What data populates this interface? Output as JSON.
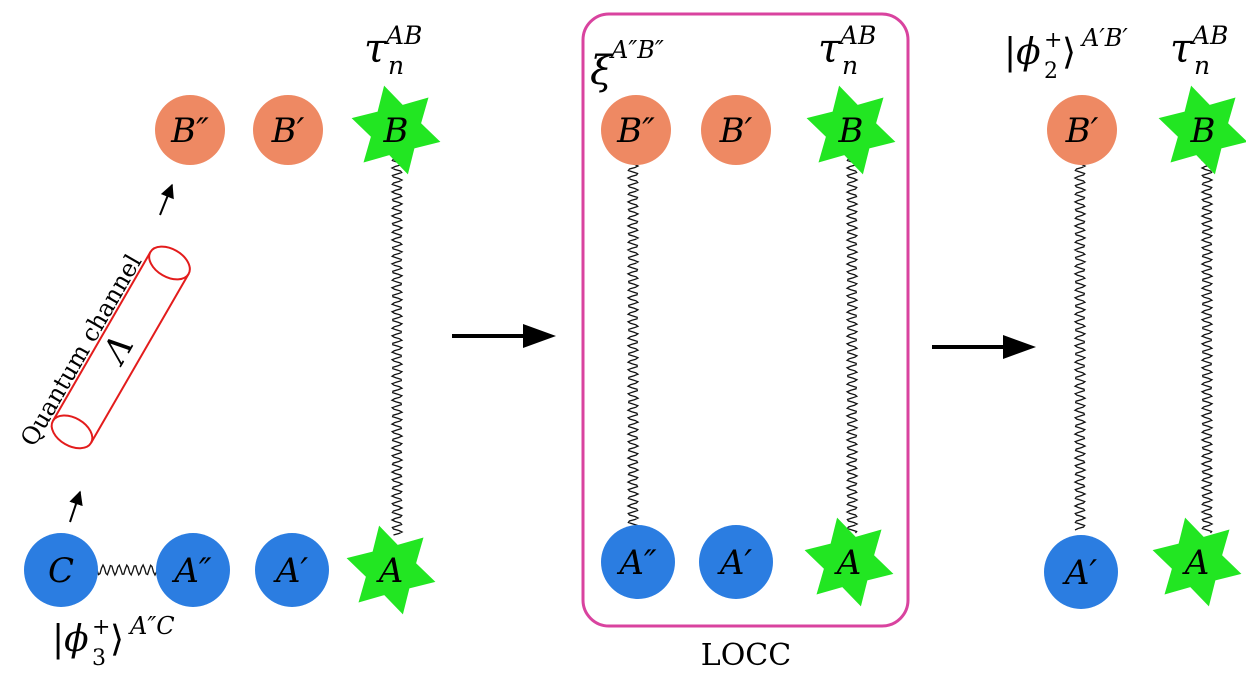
{
  "colors": {
    "qubit_b": "#ee8963",
    "qubit_a": "#2b7de1",
    "star": "#22e622",
    "channel": "#e31c1c",
    "locc_box": "#d9439f",
    "wire": "#111111",
    "arrow": "#000000"
  },
  "labels": {
    "node_B2": "B″",
    "node_B1": "B′",
    "node_B": "B",
    "node_A2": "A″",
    "node_A1": "A′",
    "node_A": "A",
    "node_C": "C",
    "channel_symbol": "Λ",
    "channel_caption": "Quantum channel",
    "tau_base": "τ",
    "tau_sub": "n",
    "tau_sup": "AB",
    "xi_base": "ξ",
    "xi_sup": "A″B″",
    "phi3_open": "|ϕ",
    "phi3_sup": "+",
    "phi3_sub": "3",
    "phi3_close": "⟩",
    "phi3_state_sup": "A″C",
    "phi2_open": "|ϕ",
    "phi2_sup": "+",
    "phi2_sub": "2",
    "phi2_close": "⟩",
    "phi2_state_sup": "A′B′",
    "locc_caption": "LOCC"
  }
}
